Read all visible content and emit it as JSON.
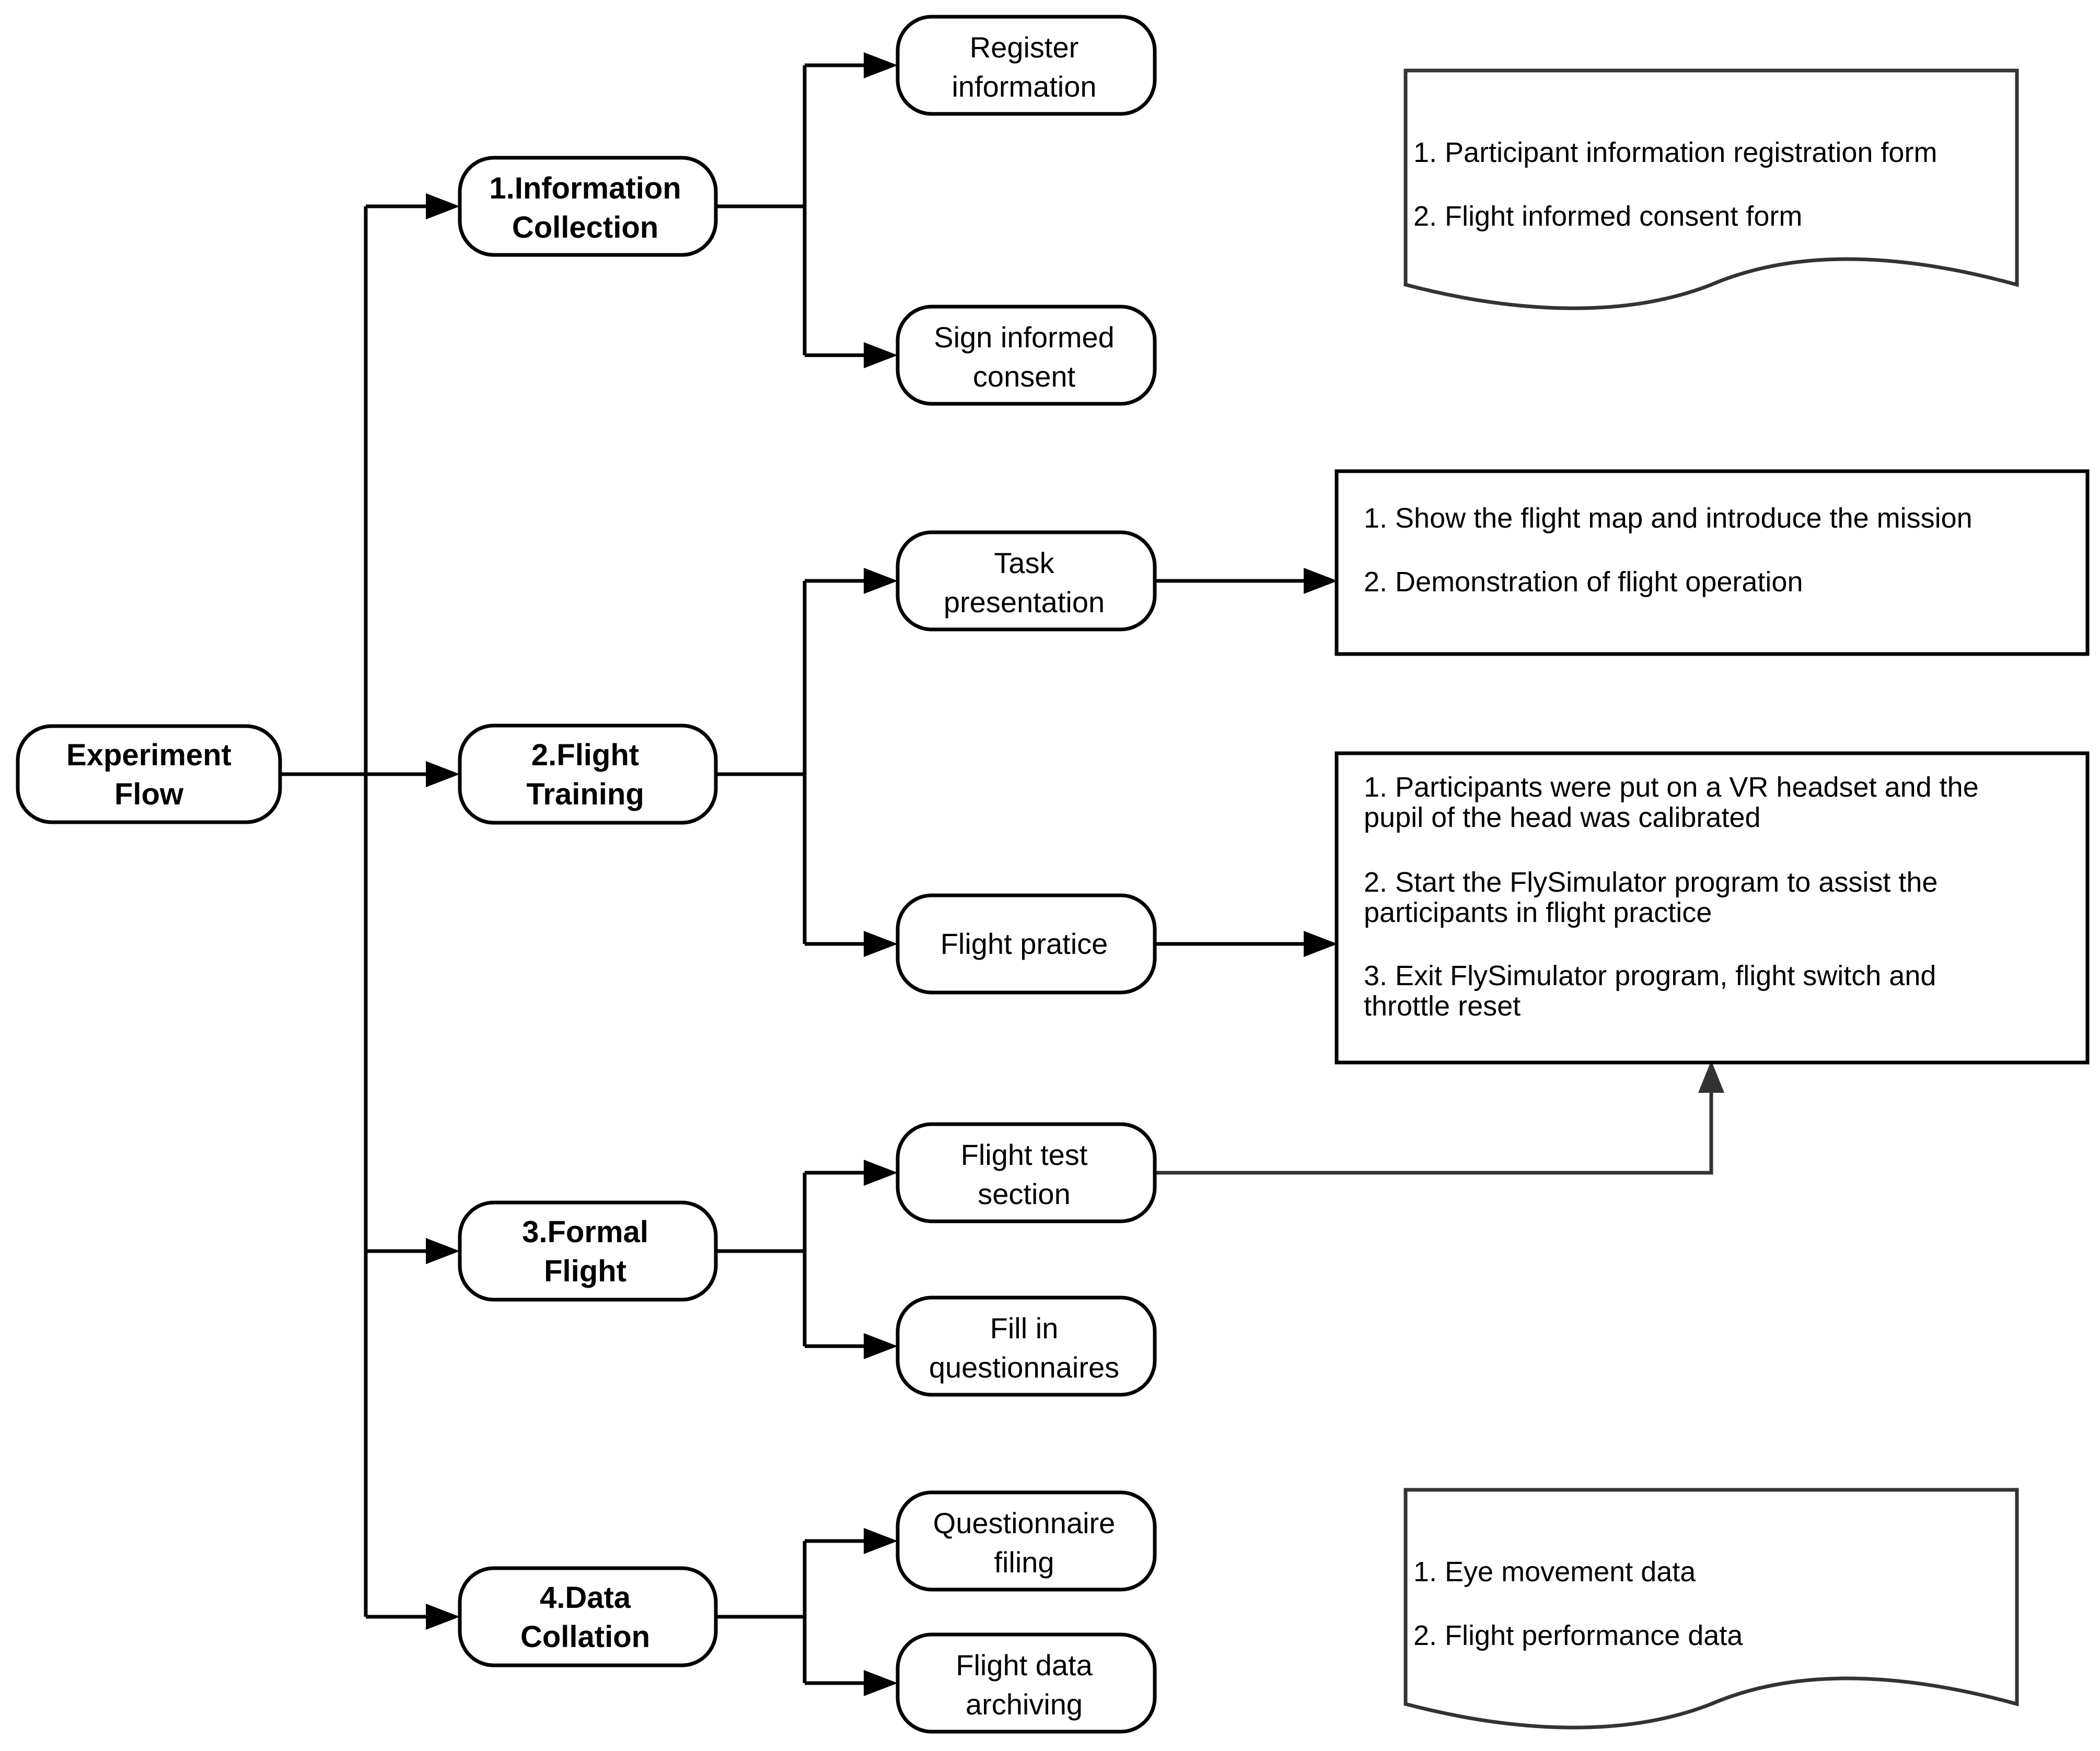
{
  "root": {
    "line1": "Experiment",
    "line2": "Flow"
  },
  "stages": [
    {
      "line1": "1.Information",
      "line2": "Collection"
    },
    {
      "line1": "2.Flight",
      "line2": "Training"
    },
    {
      "line1": "3.Formal",
      "line2": "Flight"
    },
    {
      "line1": "4.Data",
      "line2": "Collation"
    }
  ],
  "steps": [
    {
      "line1": "Register",
      "line2": "information"
    },
    {
      "line1": "Sign informed",
      "line2": "consent"
    },
    {
      "line1": "Task",
      "line2": "presentation"
    },
    {
      "line1": "Flight pratice",
      "line2": ""
    },
    {
      "line1": "Flight test",
      "line2": "section"
    },
    {
      "line1": "Fill in",
      "line2": "questionnaires"
    },
    {
      "line1": "Questionnaire",
      "line2": "filing"
    },
    {
      "line1": "Flight data",
      "line2": "archiving"
    }
  ],
  "notes": {
    "info_docs": [
      "1. Participant  information registration form",
      "2. Flight informed consent form"
    ],
    "task_notes": [
      "1. Show the flight map and introduce the mission",
      "2. Demonstration of flight operation"
    ],
    "practice_notes": [
      "1. Participants were put on a VR headset and the",
      "pupil of the head was calibrated",
      "2. Start the FlySimulator program to assist the",
      "participants in flight practice",
      "3. Exit FlySimulator program, flight switch and",
      "throttle reset"
    ],
    "data_docs": [
      "1. Eye movement data",
      "2. Flight performance data"
    ]
  }
}
